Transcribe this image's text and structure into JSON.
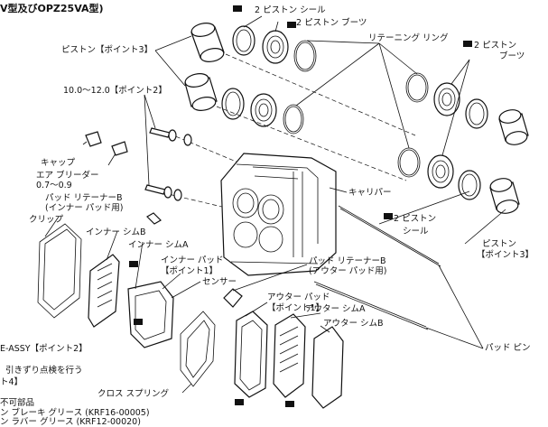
{
  "title": "V型及びOPZ25VA型)",
  "labels": {
    "piston_seal_top": "2 ピストン シール",
    "piston_boots_top": "2 ピストン ブーツ",
    "retaining_ring": "リテーニング リング",
    "piston_point3_left": "ピストン【ポイント3】",
    "piston_boots_right_1": "2 ピストン",
    "piston_boots_right_2": "ブーツ",
    "torque": "10.0～12.0【ポイント2】",
    "cap": "キャップ",
    "air_bleeder": "エア ブリーダー",
    "air_bleeder_torque": "0.7～0.9",
    "caliper": "キャリパー",
    "pad_retainer_b_inner_1": "パッド リテーナーB",
    "pad_retainer_b_inner_2": "(インナー パッド用)",
    "clip": "クリップ",
    "inner_shim_b": "インナー シムB",
    "inner_shim_a": "インナー シムA",
    "inner_pad_1": "インナー パッド",
    "inner_pad_2": "【ポイント1】",
    "sensor": "センサー",
    "piston_seal_right_1": "2 ピストン",
    "piston_seal_right_2": "シール",
    "pad_retainer_b_outer_1": "パッド リテーナーB",
    "pad_retainer_b_outer_2": "(アウター パッド用)",
    "piston_right_1": "ピストン",
    "piston_right_2": "【ポイント3】",
    "outer_pad_1": "アウター パッド",
    "outer_pad_2": "【ポイント1】",
    "outer_shim_a": "アウター シムA",
    "outer_shim_b": "アウター シムB",
    "pad_pin": "パッド ピン",
    "assy": "E-ASSY【ポイント2】",
    "drag_check": "引きずり点検を行う",
    "point4": "ト4】",
    "cross_spring": "クロス スプリング",
    "non_reusable": "不可部品",
    "brake_grease": "ン ブレーキ グリース (KRF16-00005)",
    "rubber_grease": "ン ラバー グリース (KRF12-00020)"
  }
}
